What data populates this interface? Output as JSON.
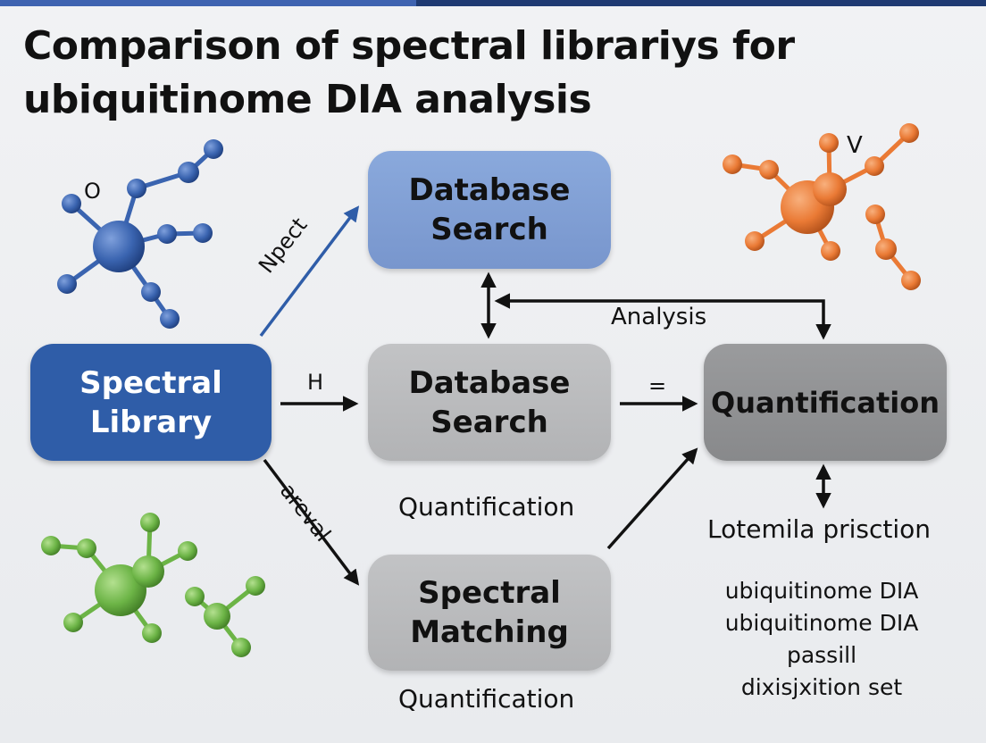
{
  "title": {
    "line1": "Comparison of spectral librariys for",
    "line2": "ubiquitinome DIA analysis"
  },
  "nodes": {
    "spectral_library": {
      "line1": "Spectral",
      "line2": "Library",
      "color": "#2f5da8"
    },
    "database_search_top": {
      "line1": "Database",
      "line2": "Search",
      "color": "#7f9fd4"
    },
    "database_search_mid": {
      "line1": "Database",
      "line2": "Search",
      "color": "#b8b9bb"
    },
    "spectral_matching": {
      "line1": "Spectral",
      "line2": "Matching",
      "color": "#b8b9bb"
    },
    "quantification": {
      "label": "Quantification",
      "color": "#8e8f91"
    }
  },
  "edge_labels": {
    "npect": "Npect",
    "h": "H",
    "equals": "=",
    "areval": "areval",
    "analysis": "Analysis"
  },
  "captions": {
    "under_mid": "Quantification",
    "under_matching": "Quantification",
    "lotemila": "Lotemila prisction"
  },
  "notes": [
    "ubiquitinome DIA",
    "ubiquitinome DIA",
    "passill",
    "dixisjxition set"
  ],
  "molecules": {
    "blue": {
      "label": "O",
      "color": "#3a64b0"
    },
    "orange": {
      "label": "V",
      "color": "#ea7a35"
    },
    "green": {
      "color": "#6cb446"
    }
  }
}
